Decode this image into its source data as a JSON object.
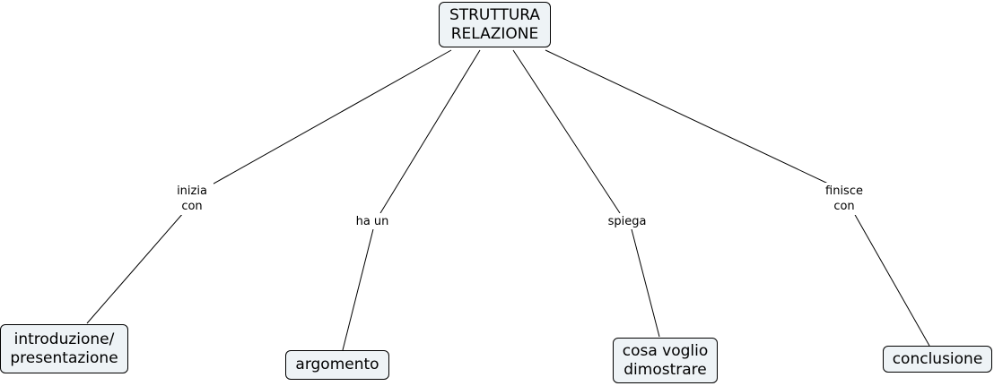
{
  "diagram": {
    "root": {
      "text": "STRUTTURA\nRELAZIONE"
    },
    "links": [
      {
        "label": "inizia\ncon",
        "target": "introduzione/\npresentazione"
      },
      {
        "label": "ha un",
        "target": "argomento"
      },
      {
        "label": "spiega",
        "target": "cosa voglio\ndimostrare"
      },
      {
        "label": "finisce\ncon",
        "target": "conclusione"
      }
    ]
  }
}
